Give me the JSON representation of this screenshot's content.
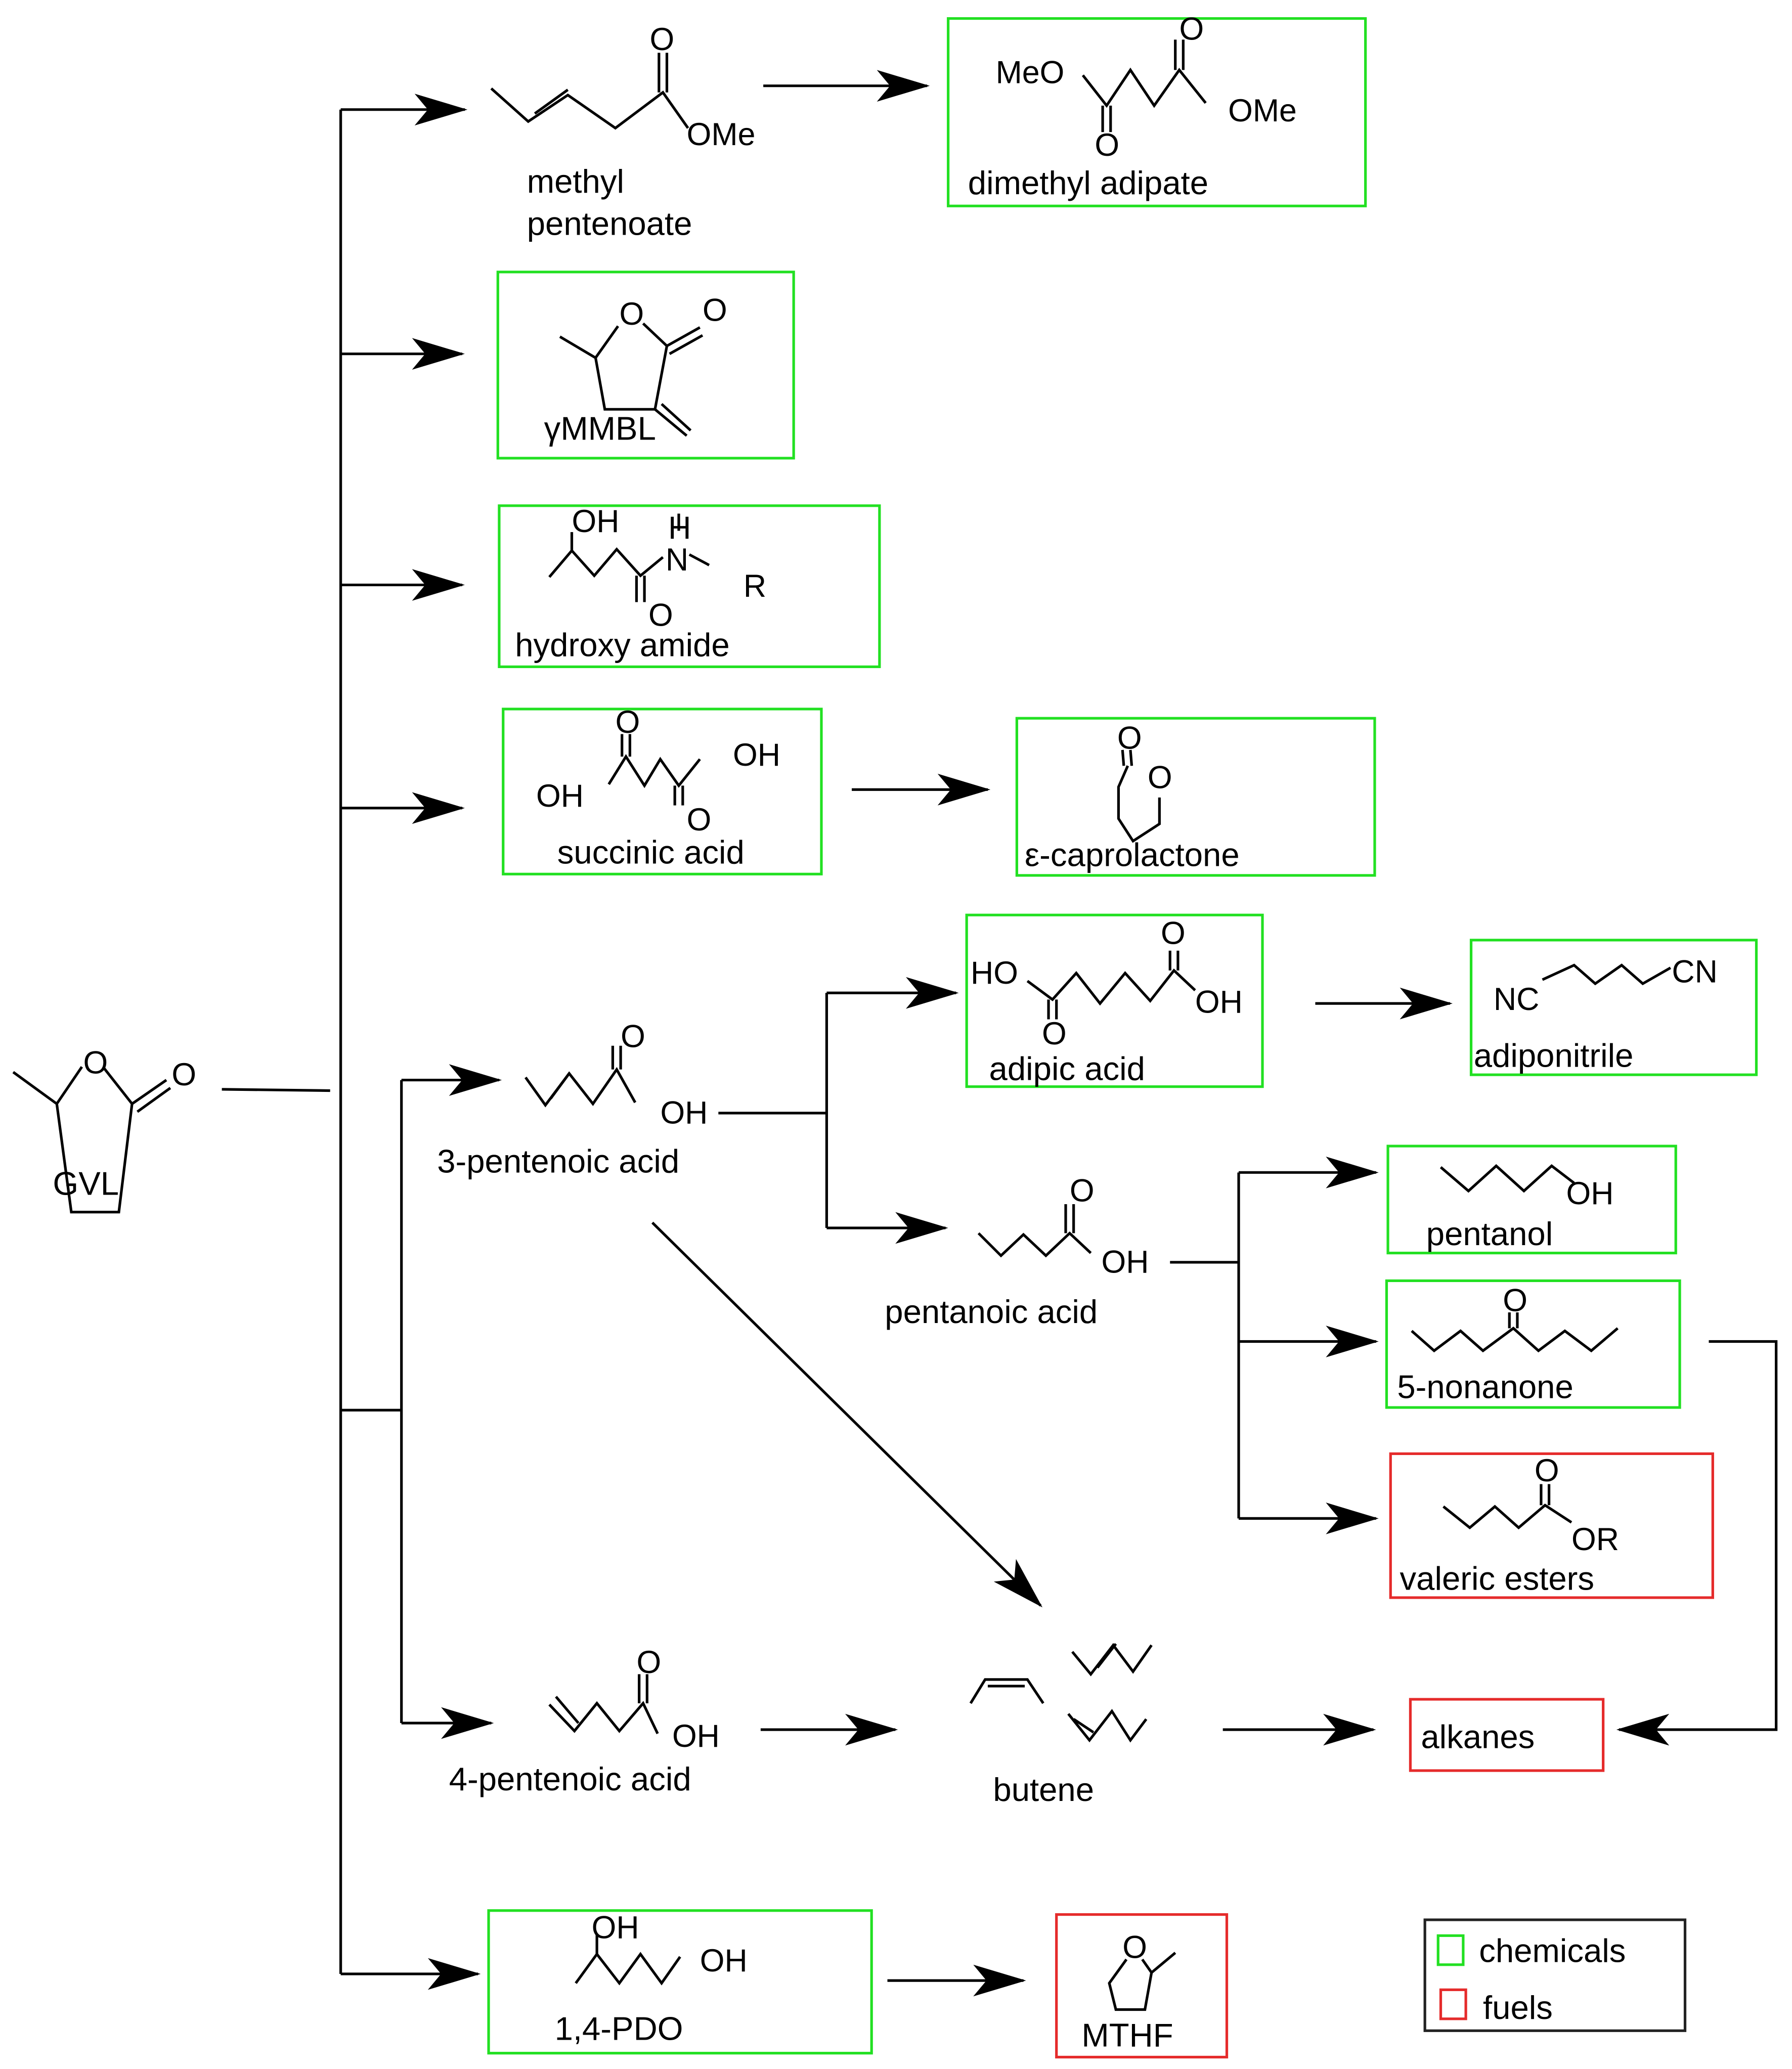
{
  "diagram": {
    "type": "reaction-scheme",
    "start": {
      "label": "GVL",
      "atoms": {
        "ring_o": "O",
        "carbonyl_o": "O"
      }
    },
    "compounds": {
      "methyl_pentenoate": {
        "label_line1": "methyl",
        "label_line2": "pentenoate",
        "atoms": {
          "o": "O",
          "ome": "OMe"
        },
        "category": "none"
      },
      "dimethyl_adipate": {
        "label": "dimethyl adipate",
        "atoms": {
          "meo": "MeO",
          "o_top": "O",
          "o_bottom": "O",
          "ome": "OMe"
        },
        "category": "chemicals"
      },
      "gmmbl": {
        "label": "γMMBL",
        "atoms": {
          "ring_o": "O",
          "carbonyl_o": "O"
        },
        "category": "chemicals"
      },
      "hydroxy_amide": {
        "label": "hydroxy amide",
        "atoms": {
          "oh": "OH",
          "h": "H",
          "n": "N",
          "r": "R",
          "o": "O"
        },
        "category": "chemicals"
      },
      "succinic_acid": {
        "label": "succinic acid",
        "atoms": {
          "o_top": "O",
          "oh_left": "OH",
          "oh_right": "OH",
          "o_bottom": "O"
        },
        "category": "chemicals"
      },
      "caprolactone": {
        "label": "ε-caprolactone",
        "atoms": {
          "o_carbonyl": "O",
          "o_ring": "O"
        },
        "category": "chemicals"
      },
      "three_pentenoic_acid": {
        "label": "3-pentenoic acid",
        "atoms": {
          "o": "O",
          "oh": "OH"
        },
        "category": "none"
      },
      "adipic_acid": {
        "label": "adipic acid",
        "atoms": {
          "ho": "HO",
          "o_top": "O",
          "o_bottom": "O",
          "oh": "OH"
        },
        "category": "chemicals"
      },
      "adiponitrile": {
        "label": "adiponitrile",
        "atoms": {
          "nc": "NC",
          "cn": "CN"
        },
        "category": "chemicals"
      },
      "pentanoic_acid": {
        "label": "pentanoic acid",
        "atoms": {
          "o": "O",
          "oh": "OH"
        },
        "category": "none"
      },
      "pentanol": {
        "label": "pentanol",
        "atoms": {
          "oh": "OH"
        },
        "category": "chemicals"
      },
      "nonanone": {
        "label": "5-nonanone",
        "atoms": {
          "o": "O"
        },
        "category": "chemicals"
      },
      "valeric_esters": {
        "label": "valeric esters",
        "atoms": {
          "o": "O",
          "or": "OR"
        },
        "category": "fuels"
      },
      "four_pentenoic_acid": {
        "label": "4-pentenoic acid",
        "atoms": {
          "o": "O",
          "oh": "OH"
        },
        "category": "none"
      },
      "butene": {
        "label": "butene",
        "category": "none"
      },
      "alkanes": {
        "label": "alkanes",
        "category": "fuels"
      },
      "pdo": {
        "label": "1,4-PDO",
        "atoms": {
          "oh1": "OH",
          "oh2": "OH"
        },
        "category": "chemicals"
      },
      "mthf": {
        "label": "MTHF",
        "atoms": {
          "o": "O"
        },
        "category": "fuels"
      }
    },
    "edges": [
      [
        "GVL",
        "methyl pentenoate"
      ],
      [
        "GVL",
        "γMMBL"
      ],
      [
        "GVL",
        "hydroxy amide"
      ],
      [
        "GVL",
        "succinic acid"
      ],
      [
        "GVL",
        "3-pentenoic acid"
      ],
      [
        "GVL",
        "4-pentenoic acid"
      ],
      [
        "GVL",
        "1,4-PDO"
      ],
      [
        "methyl pentenoate",
        "dimethyl adipate"
      ],
      [
        "succinic acid",
        "ε-caprolactone"
      ],
      [
        "3-pentenoic acid",
        "adipic acid"
      ],
      [
        "3-pentenoic acid",
        "pentanoic acid"
      ],
      [
        "3-pentenoic acid",
        "butene"
      ],
      [
        "adipic acid",
        "adiponitrile"
      ],
      [
        "pentanoic acid",
        "pentanol"
      ],
      [
        "pentanoic acid",
        "5-nonanone"
      ],
      [
        "pentanoic acid",
        "valeric esters"
      ],
      [
        "4-pentenoic acid",
        "butene"
      ],
      [
        "butene",
        "alkanes"
      ],
      [
        "5-nonanone",
        "alkanes"
      ],
      [
        "1,4-PDO",
        "MTHF"
      ]
    ]
  },
  "legend": {
    "items": [
      {
        "label": "chemicals",
        "color": "#22e022"
      },
      {
        "label": "fuels",
        "color": "#e52b2b"
      }
    ]
  },
  "colors": {
    "chemicals": "#22e022",
    "fuels": "#e52b2b",
    "line": "#000000"
  }
}
